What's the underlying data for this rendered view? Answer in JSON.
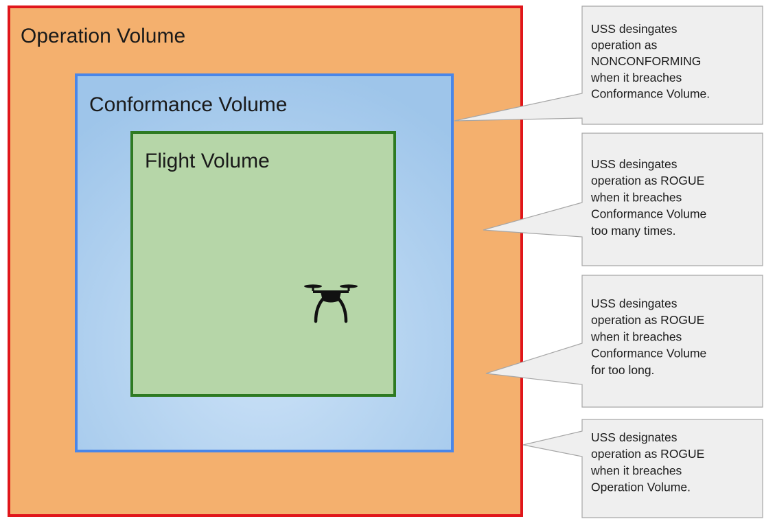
{
  "colors": {
    "operation_fill": "#f4b06e",
    "operation_border": "#e0161b",
    "conformance_center": "#cce2f7",
    "conformance_edge": "#9ec5ea",
    "conformance_border": "#4a86e8",
    "flight_fill": "#b6d6a8",
    "flight_border": "#2e7a22",
    "callout_fill": "#efefef",
    "callout_border": "#a6a6a6"
  },
  "volumes": {
    "operation": {
      "label": "Operation Volume"
    },
    "conformance": {
      "label": "Conformance Volume"
    },
    "flight": {
      "label": "Flight Volume"
    }
  },
  "drone": {
    "icon": "drone-icon"
  },
  "callouts": [
    {
      "lines": [
        "USS desingates",
        "operation as",
        "NONCONFORMING",
        "when it breaches",
        "Conformance Volume."
      ]
    },
    {
      "lines": [
        "USS desingates",
        "operation as ROGUE",
        "when it breaches",
        "Conformance Volume",
        "too many times."
      ]
    },
    {
      "lines": [
        "USS desingates",
        "operation as ROGUE",
        "when it breaches",
        "Conformance Volume",
        "for too long."
      ]
    },
    {
      "lines": [
        "USS designates",
        "operation as ROGUE",
        "when it breaches",
        "Operation Volume."
      ]
    }
  ]
}
